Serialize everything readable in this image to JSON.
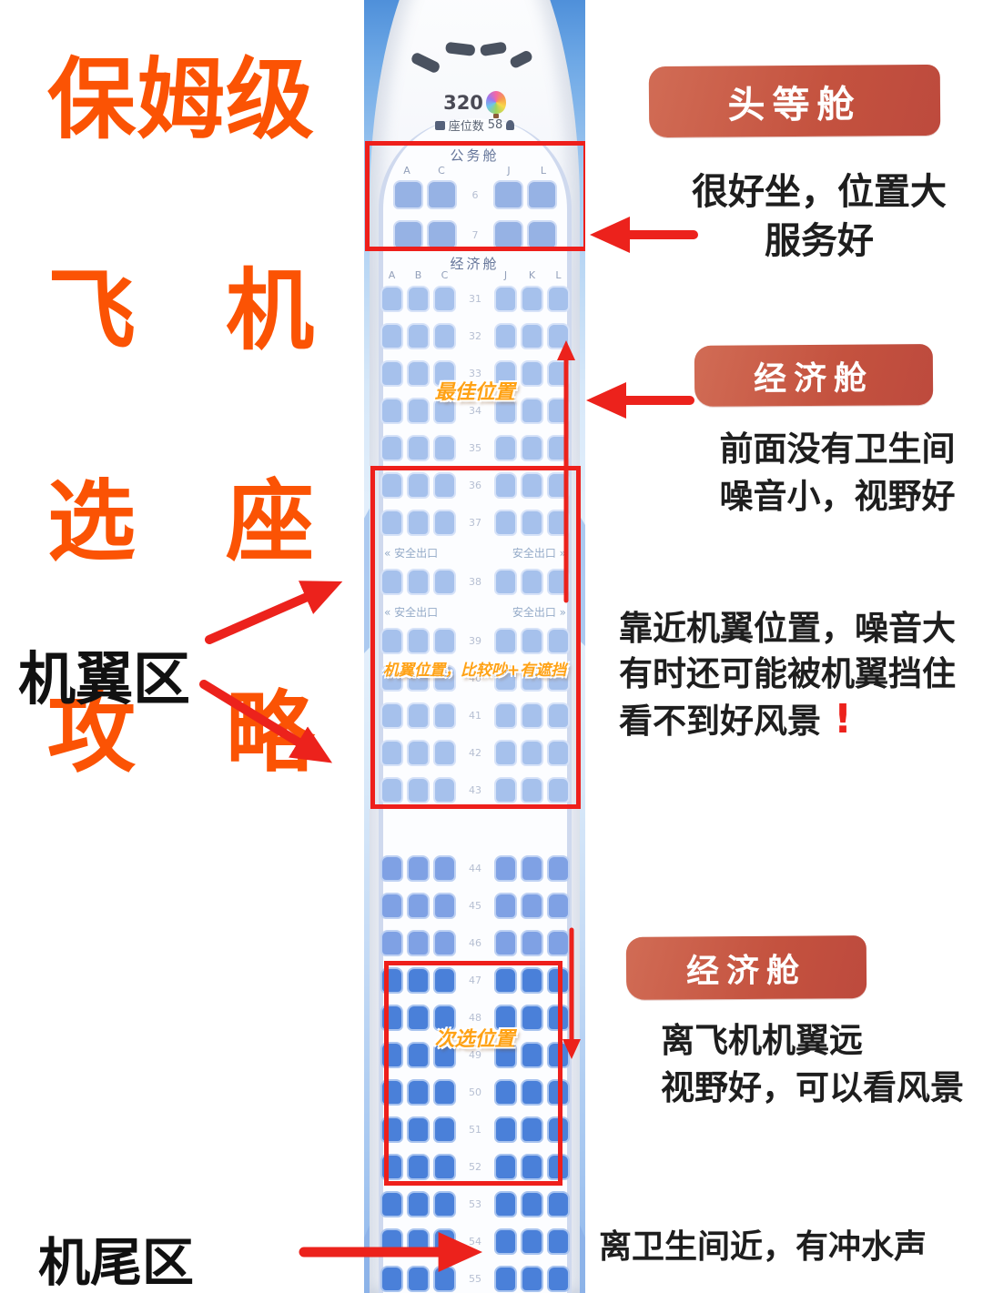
{
  "title": {
    "lines": [
      "保姆级",
      "飞　机",
      "选　座",
      "攻　略"
    ]
  },
  "left_labels": {
    "wing_area": "机翼区",
    "tail_area": "机尾区"
  },
  "annotations": {
    "first_class": {
      "badge": "头等舱",
      "line1": "很好坐，位置大",
      "line2": "服务好"
    },
    "economy_front": {
      "badge": "经济舱",
      "line1": "前面没有卫生间",
      "line2": "噪音小，视野好"
    },
    "wing": {
      "line1": "靠近机翼位置，噪音大",
      "line2": "有时还可能被机翼挡住",
      "line3": "看不到好风景",
      "exclamation": "!"
    },
    "economy_rear": {
      "badge": "经济舱",
      "line1": "离飞机机翼远",
      "line2": "视野好，可以看风景"
    },
    "tail": {
      "line1": "离卫生间近，有冲水声"
    }
  },
  "seatmap": {
    "aircraft": "320",
    "seat_count_label": "座位数",
    "seat_count": "58",
    "business_label": "公务舱",
    "economy_label": "经济舱",
    "business_letters": [
      "A",
      "C",
      "J",
      "L"
    ],
    "economy_letters": [
      "A",
      "B",
      "C",
      "J",
      "K",
      "L"
    ],
    "exit_left": "« 安全出口",
    "exit_right": "安全出口 »",
    "overlay_labels": {
      "best": "最佳位置",
      "wing": "机翼位置，比较吵+有遮挡",
      "second": "次选位置"
    },
    "business_rows": [
      {
        "num": "6"
      },
      {
        "num": "7"
      }
    ],
    "economy_rows": [
      {
        "num": "31",
        "shade": "light"
      },
      {
        "num": "32",
        "shade": "light"
      },
      {
        "num": "33",
        "shade": "light"
      },
      {
        "num": "34",
        "shade": "light"
      },
      {
        "num": "35",
        "shade": "light"
      },
      {
        "num": "36",
        "shade": "light"
      },
      {
        "num": "37",
        "shade": "light"
      },
      {
        "num": "38",
        "shade": "light",
        "exit_before": true
      },
      {
        "num": "39",
        "shade": "light",
        "exit_before": true
      },
      {
        "num": "40",
        "shade": "light"
      },
      {
        "num": "41",
        "shade": "light"
      },
      {
        "num": "42",
        "shade": "light"
      },
      {
        "num": "43",
        "shade": "light"
      },
      {
        "num": "44",
        "shade": "mid",
        "gap_before": true
      },
      {
        "num": "45",
        "shade": "mid"
      },
      {
        "num": "46",
        "shade": "mid"
      },
      {
        "num": "47",
        "shade": "dark"
      },
      {
        "num": "48",
        "shade": "dark"
      },
      {
        "num": "49",
        "shade": "dark"
      },
      {
        "num": "50",
        "shade": "dark"
      },
      {
        "num": "51",
        "shade": "dark"
      },
      {
        "num": "52",
        "shade": "dark"
      },
      {
        "num": "53",
        "shade": "dark"
      },
      {
        "num": "54",
        "shade": "dark"
      },
      {
        "num": "55",
        "shade": "dark"
      }
    ]
  },
  "colors": {
    "title-orange": "#fb5304",
    "badge-red": "#c4523f",
    "arrow-red": "#ec221c",
    "box-red": "#ee1f1b",
    "gold": "#ffa215",
    "seat-light": "#a6c1ec",
    "seat-mid": "#7fa1e4",
    "seat-dark": "#4a80d9",
    "seat-biz": "#96b2e4"
  }
}
